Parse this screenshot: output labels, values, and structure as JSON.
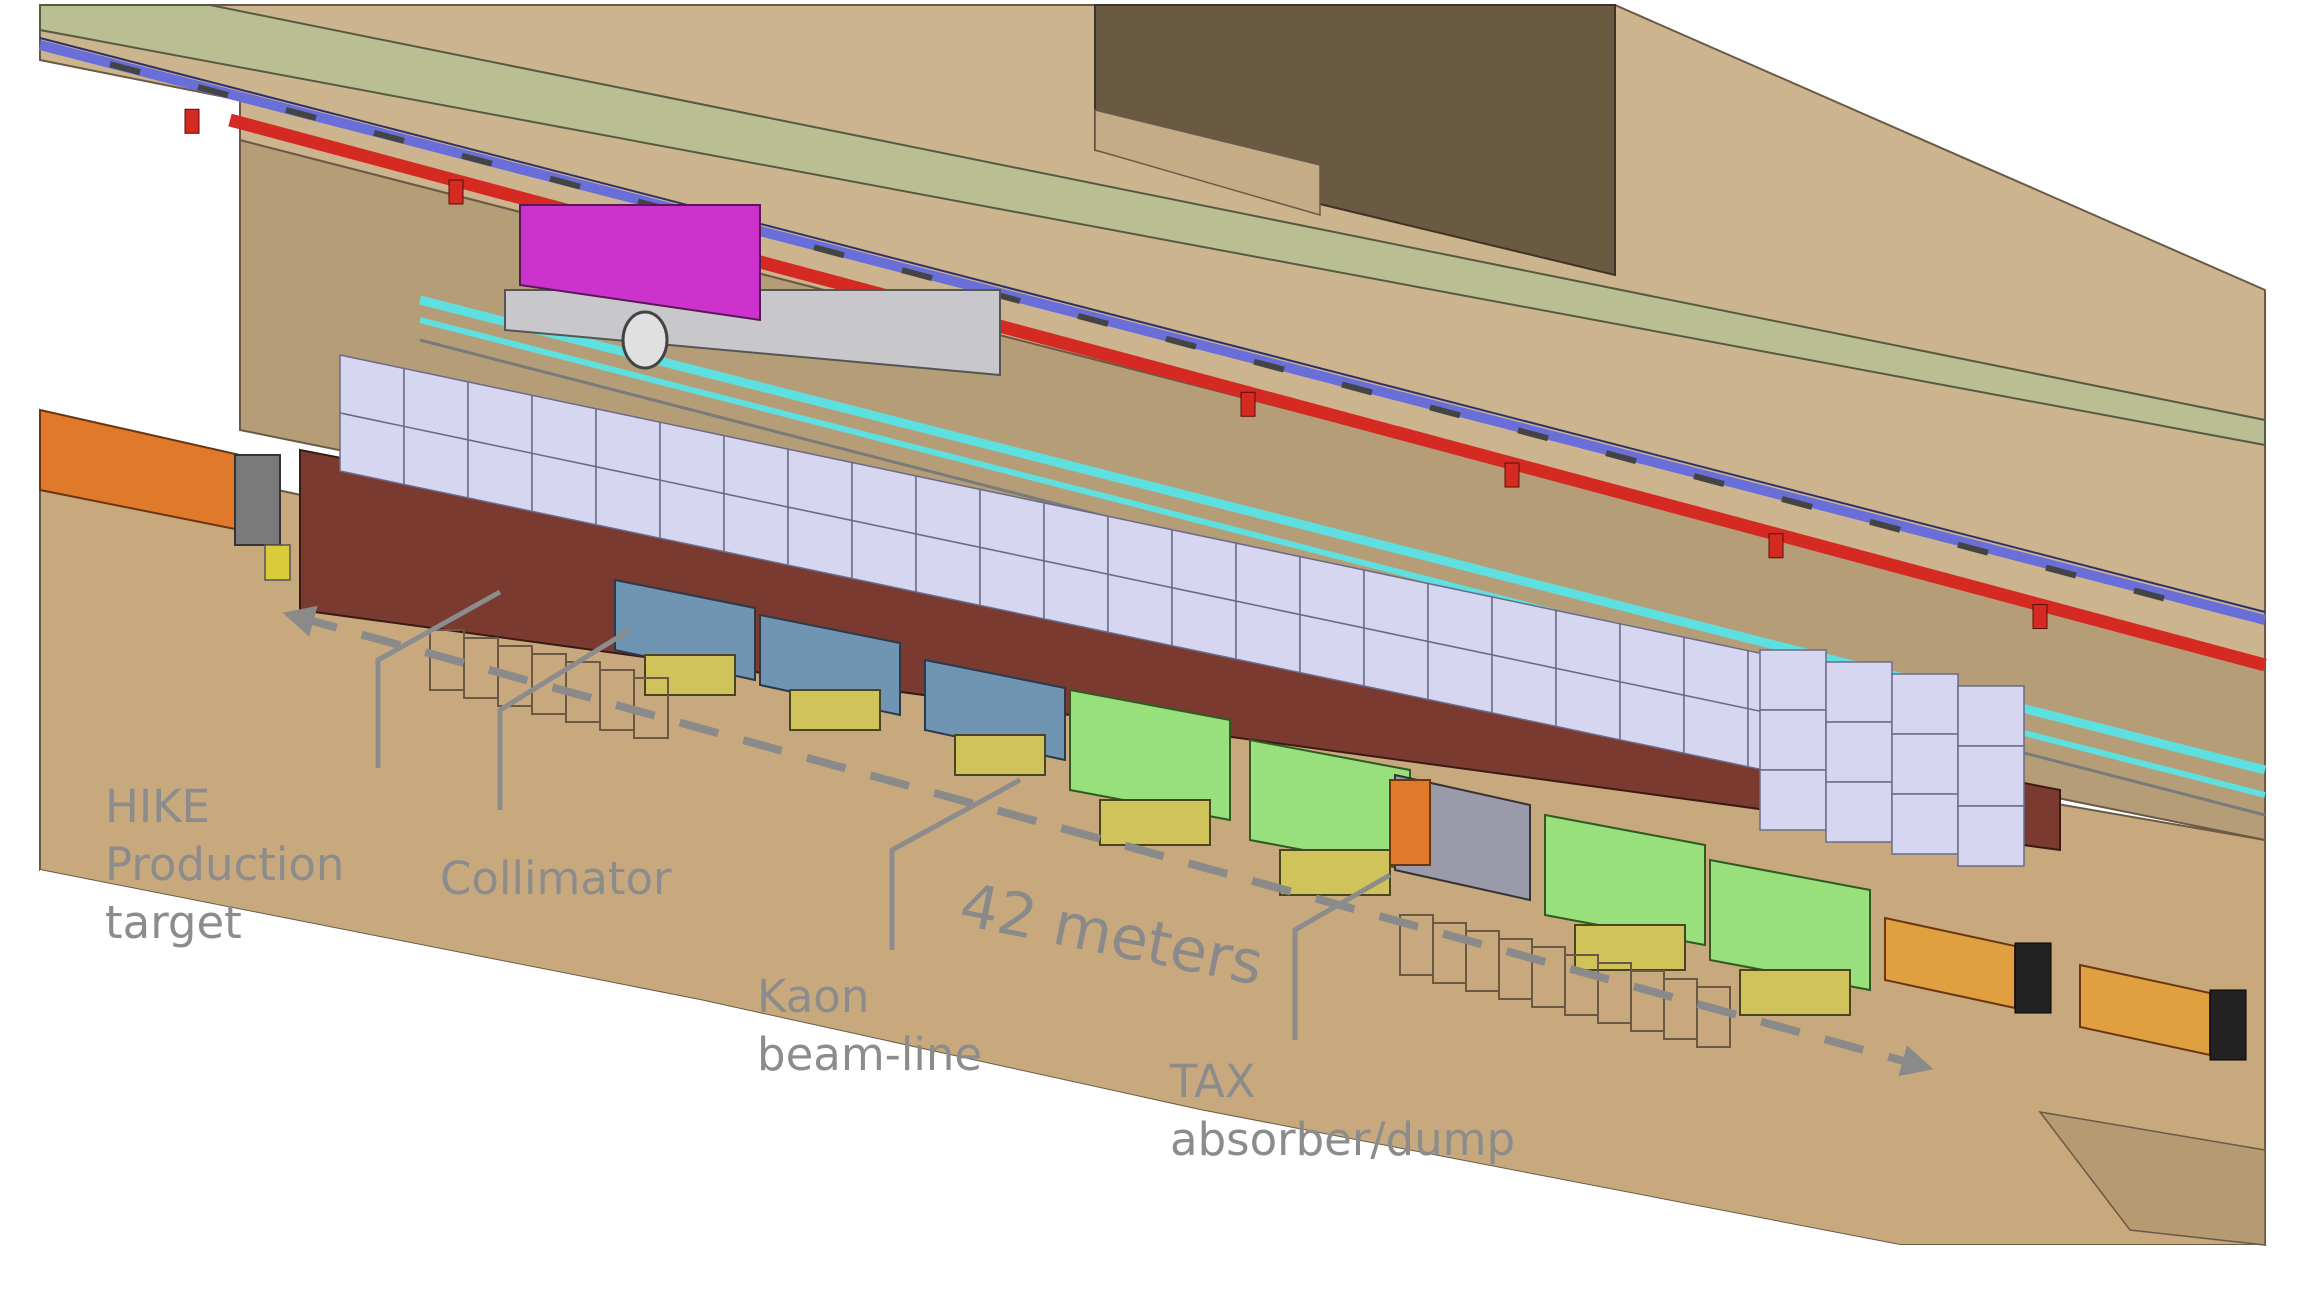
{
  "labels": {
    "target_line1": "HIKE",
    "target_line2": "Production",
    "target_line3": "target",
    "collimator": "Collimator",
    "beamline_line1": "Kaon",
    "beamline_line2": "beam-line",
    "tax_line1": "TAX",
    "tax_line2": "absorber/dump",
    "distance": "42 meters"
  },
  "colors": {
    "ground": "#c8a97e",
    "wall": "#b59d78",
    "ceiling": "#ccb58e",
    "duct": "#b9bf93",
    "crane_rail": "#d42a22",
    "rail_blue": "#6a6ed8",
    "rail_cyan": "#5fe0e0",
    "shield_block": "#d6d6f0",
    "brick": "#7a3a30",
    "blue_magnet": "#6f95b3",
    "green_magnet": "#98e07c",
    "orange_pipe": "#e07a2a",
    "stand": "#cfc35a",
    "hoist": "#cc33cc",
    "label_gray": "#8c8c8c",
    "arrow_gray": "#8a8a8a"
  }
}
